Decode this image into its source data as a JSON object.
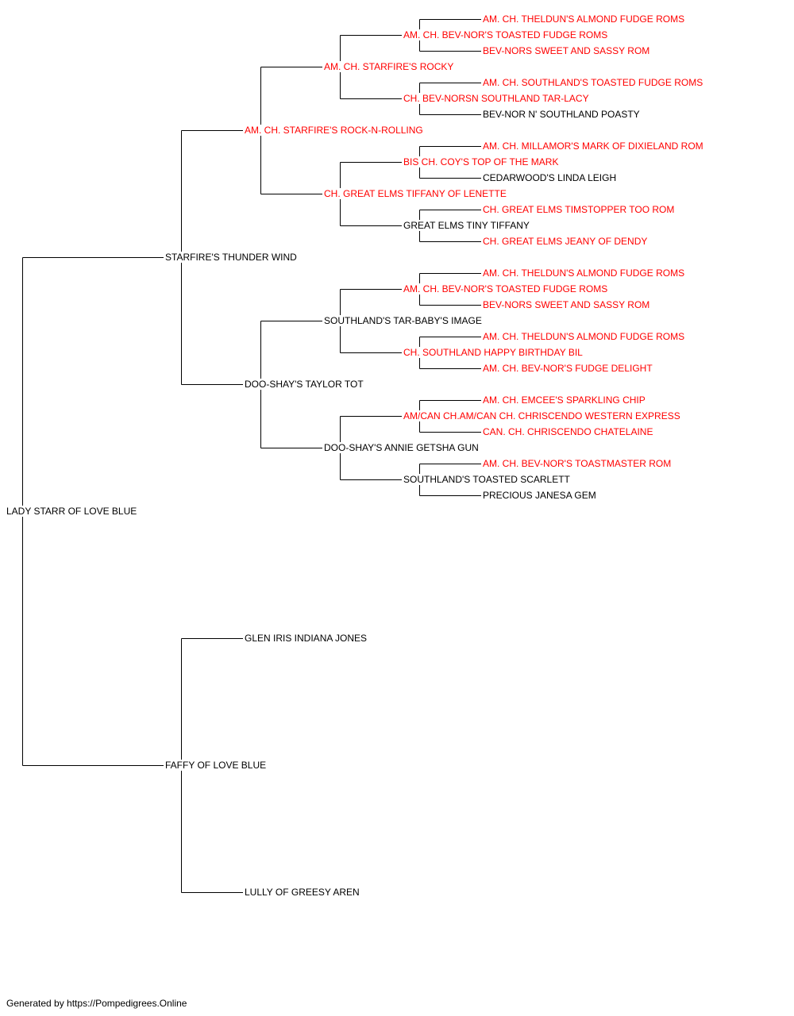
{
  "colors": {
    "champion": "#ff0000",
    "plain": "#000000",
    "line": "#000000",
    "background": "#ffffff"
  },
  "footer": "Generated by https://Pompedigrees.Online",
  "pedigree": {
    "name": "LADY STARR OF LOVE BLUE",
    "highlight": false,
    "sire": {
      "name": "STARFIRE'S THUNDER WIND",
      "highlight": false,
      "sire": {
        "name": "AM. CH. STARFIRE'S ROCK-N-ROLLING",
        "highlight": true,
        "sire": {
          "name": "AM. CH. STARFIRE'S ROCKY",
          "highlight": true,
          "sire": {
            "name": "AM. CH. BEV-NOR'S TOASTED FUDGE ROMS",
            "highlight": true,
            "sire": {
              "name": "AM. CH. THELDUN'S ALMOND FUDGE ROMS",
              "highlight": true
            },
            "dam": {
              "name": "BEV-NORS SWEET AND SASSY ROM",
              "highlight": true
            }
          },
          "dam": {
            "name": "CH. BEV-NORSN SOUTHLAND TAR-LACY",
            "highlight": true,
            "sire": {
              "name": "AM. CH. SOUTHLAND'S TOASTED FUDGE ROMS",
              "highlight": true
            },
            "dam": {
              "name": "BEV-NOR N' SOUTHLAND POASTY",
              "highlight": false
            }
          }
        },
        "dam": {
          "name": "CH. GREAT ELMS TIFFANY OF LENETTE",
          "highlight": true,
          "sire": {
            "name": "BIS CH. COY'S TOP OF THE MARK",
            "highlight": true,
            "sire": {
              "name": "AM. CH. MILLAMOR'S MARK OF DIXIELAND ROM",
              "highlight": true
            },
            "dam": {
              "name": "CEDARWOOD'S LINDA LEIGH",
              "highlight": false
            }
          },
          "dam": {
            "name": "GREAT ELMS TINY TIFFANY",
            "highlight": false,
            "sire": {
              "name": "CH. GREAT ELMS TIMSTOPPER TOO ROM",
              "highlight": true
            },
            "dam": {
              "name": "CH. GREAT ELMS JEANY OF DENDY",
              "highlight": true
            }
          }
        }
      },
      "dam": {
        "name": "DOO-SHAY'S TAYLOR TOT",
        "highlight": false,
        "sire": {
          "name": "SOUTHLAND'S TAR-BABY'S IMAGE",
          "highlight": false,
          "sire": {
            "name": "AM. CH. BEV-NOR'S TOASTED FUDGE ROMS",
            "highlight": true,
            "sire": {
              "name": "AM. CH. THELDUN'S ALMOND FUDGE ROMS",
              "highlight": true
            },
            "dam": {
              "name": "BEV-NORS SWEET AND SASSY ROM",
              "highlight": true
            }
          },
          "dam": {
            "name": "CH. SOUTHLAND HAPPY BIRTHDAY BIL",
            "highlight": true,
            "sire": {
              "name": "AM. CH. THELDUN'S ALMOND FUDGE ROMS",
              "highlight": true
            },
            "dam": {
              "name": "AM. CH. BEV-NOR'S FUDGE DELIGHT",
              "highlight": true
            }
          }
        },
        "dam": {
          "name": "DOO-SHAY'S ANNIE GETSHA GUN",
          "highlight": false,
          "sire": {
            "name": "AM/CAN CH.AM/CAN CH. CHRISCENDO WESTERN EXPRESS",
            "highlight": true,
            "sire": {
              "name": "AM. CH. EMCEE'S SPARKLING CHIP",
              "highlight": true
            },
            "dam": {
              "name": "CAN. CH. CHRISCENDO CHATELAINE",
              "highlight": true
            }
          },
          "dam": {
            "name": "SOUTHLAND'S TOASTED SCARLETT",
            "highlight": false,
            "sire": {
              "name": "AM. CH. BEV-NOR'S TOASTMASTER ROM",
              "highlight": true
            },
            "dam": {
              "name": "PRECIOUS JANESA GEM",
              "highlight": false
            }
          }
        }
      }
    },
    "dam": {
      "name": "FAFFY OF LOVE BLUE",
      "highlight": false,
      "sire": {
        "name": "GLEN IRIS INDIANA JONES",
        "highlight": false
      },
      "dam": {
        "name": "LULLY OF GREESY AREN",
        "highlight": false
      }
    }
  }
}
